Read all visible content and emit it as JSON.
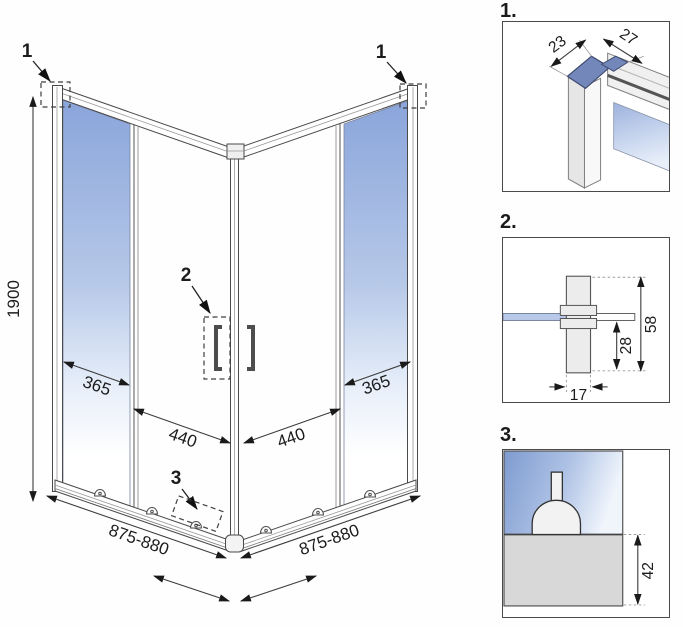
{
  "main_diagram": {
    "callouts": {
      "top_left": "1",
      "top_right": "1",
      "handle": "2",
      "bottom_roller": "3"
    },
    "dimensions": {
      "height": "1900",
      "left_fixed_panel": "365",
      "right_fixed_panel": "365",
      "left_door": "440",
      "right_door": "440",
      "left_overall_width": "875-880",
      "right_overall_width": "875-880"
    }
  },
  "details": [
    {
      "label": "1.",
      "dimensions": {
        "profile_depth": "23",
        "profile_width": "27"
      }
    },
    {
      "label": "2.",
      "dimensions": {
        "handle_total_height": "58",
        "handle_below_glass": "28",
        "handle_width": "17"
      }
    },
    {
      "label": "3.",
      "dimensions": {
        "bottom_rail_height": "42"
      }
    }
  ],
  "colors": {
    "glass_blue": "#8AA5DB",
    "glass_blue_mid": "#B6C8E8",
    "glass_blue_pale": "#E9F0FA",
    "cap_blue": "#7387BA",
    "rail_gray": "#D8D8D8",
    "profile_gray": "#ECECEC",
    "line_dark": "#3C3C3C",
    "background": "#FEFEFE"
  }
}
